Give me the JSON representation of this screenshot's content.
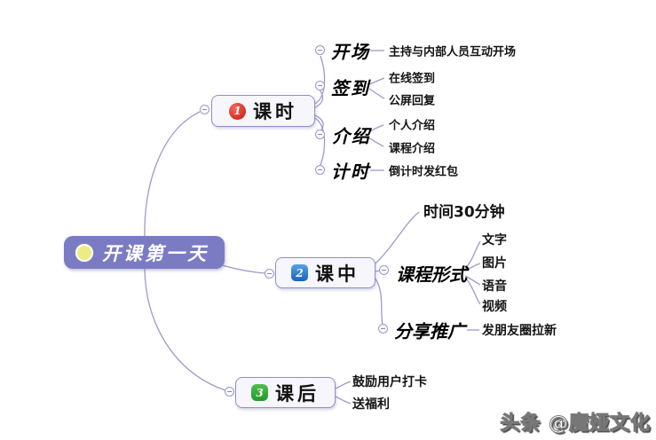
{
  "watermark": "头条 @魔娅文化",
  "root": {
    "label": "开课第一天",
    "icon": "yellow-circle"
  },
  "colors": {
    "root_bg": "#7b7bc4",
    "line": "#9b9bc9",
    "topic_border": "#8f8fca",
    "badge_1": "#c2170c",
    "badge_2": "#1a64bb",
    "badge_3": "#1f9a28",
    "root_icon": "#ecec82"
  },
  "branches": [
    {
      "badge": "1",
      "label": "课时",
      "children": [
        {
          "label": "开场",
          "leaves": [
            "主持与内部人员互动开场"
          ]
        },
        {
          "label": "签到",
          "leaves": [
            "在线签到",
            "公屏回复"
          ]
        },
        {
          "label": "介绍",
          "leaves": [
            "个人介绍",
            "课程介绍"
          ]
        },
        {
          "label": "计时",
          "leaves": [
            "倒计时发红包"
          ]
        }
      ]
    },
    {
      "badge": "2",
      "label": "课中",
      "children": [
        {
          "label": "时间30分钟",
          "leaves": []
        },
        {
          "label": "课程形式",
          "leaves": [
            "文字",
            "图片",
            "语音",
            "视频"
          ]
        },
        {
          "label": "分享推广",
          "leaves": [
            "发朋友圈拉新"
          ]
        }
      ]
    },
    {
      "badge": "3",
      "label": "课后",
      "children": [
        {
          "label": "鼓励用户打卡",
          "leaves": []
        },
        {
          "label": "送福利",
          "leaves": []
        }
      ]
    }
  ]
}
